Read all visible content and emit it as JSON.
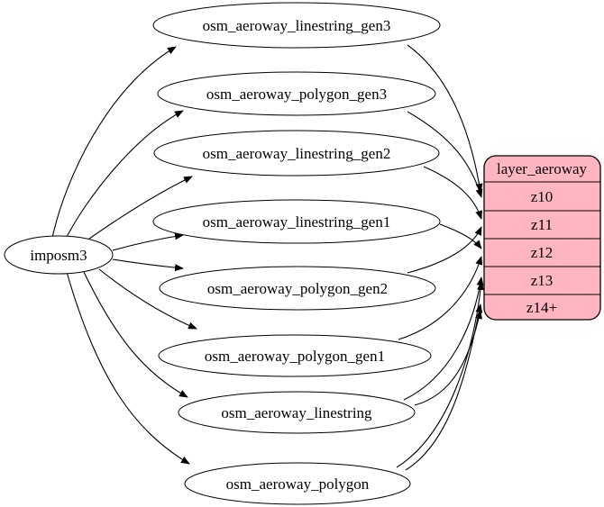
{
  "diagram": {
    "background_color": "#ffffff",
    "edge_color": "#000000",
    "table_fill_color": "#ffffff",
    "layer_fill_color": "#ffb6c1",
    "source_node": {
      "label": "imposm3"
    },
    "tables": [
      "osm_aeroway_linestring_gen3",
      "osm_aeroway_polygon_gen3",
      "osm_aeroway_linestring_gen2",
      "osm_aeroway_linestring_gen1",
      "osm_aeroway_polygon_gen2",
      "osm_aeroway_polygon_gen1",
      "osm_aeroway_linestring",
      "osm_aeroway_polygon"
    ],
    "layer_node": {
      "title": "layer_aeroway",
      "rows": [
        "z10",
        "z11",
        "z12",
        "z13",
        "z14+"
      ]
    },
    "edges": [
      {
        "from": "imposm3",
        "to": "osm_aeroway_linestring_gen3"
      },
      {
        "from": "imposm3",
        "to": "osm_aeroway_polygon_gen3"
      },
      {
        "from": "imposm3",
        "to": "osm_aeroway_linestring_gen2"
      },
      {
        "from": "imposm3",
        "to": "osm_aeroway_linestring_gen1"
      },
      {
        "from": "imposm3",
        "to": "osm_aeroway_polygon_gen2"
      },
      {
        "from": "imposm3",
        "to": "osm_aeroway_polygon_gen1"
      },
      {
        "from": "imposm3",
        "to": "osm_aeroway_linestring"
      },
      {
        "from": "imposm3",
        "to": "osm_aeroway_polygon"
      },
      {
        "from": "osm_aeroway_linestring_gen3",
        "to": "z10"
      },
      {
        "from": "osm_aeroway_polygon_gen3",
        "to": "z10"
      },
      {
        "from": "osm_aeroway_linestring_gen2",
        "to": "z11"
      },
      {
        "from": "osm_aeroway_polygon_gen2",
        "to": "z11"
      },
      {
        "from": "osm_aeroway_linestring_gen1",
        "to": "z12"
      },
      {
        "from": "osm_aeroway_polygon_gen1",
        "to": "z12"
      },
      {
        "from": "osm_aeroway_linestring",
        "to": "z13"
      },
      {
        "from": "osm_aeroway_linestring",
        "to": "z14+"
      },
      {
        "from": "osm_aeroway_polygon",
        "to": "z13"
      },
      {
        "from": "osm_aeroway_polygon",
        "to": "z14+"
      }
    ]
  }
}
